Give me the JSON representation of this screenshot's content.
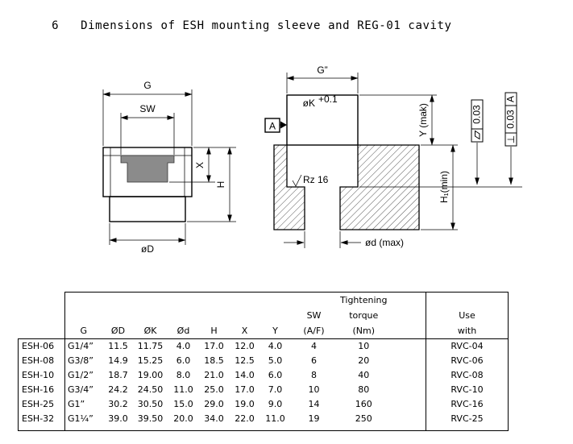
{
  "page": {
    "number": "6",
    "title": "Dimensions of ESH mounting sleeve and REG-01 cavity"
  },
  "drawings": {
    "left": {
      "g": "G",
      "sw": "SW",
      "x": "X",
      "h": "H",
      "d": "øD"
    },
    "right": {
      "g2": "G”",
      "k": "øK",
      "k_tol": "+0.1",
      "datum": "A",
      "roughness": "Rz 16",
      "d_max": "ød (max)",
      "y_max": "Y (mak)",
      "h1_min": "H₁(min)",
      "flatness_value": "0.03",
      "perp_symbol": "⊥",
      "perp_value": "0.03",
      "perp_datum": "A"
    }
  },
  "table": {
    "headers": {
      "tightening": "Tightening",
      "sw": "SW",
      "torque": "torque",
      "use": "Use",
      "g": "G",
      "od": "ØD",
      "ok": "ØK",
      "d": "Ød",
      "h": "H",
      "x": "X",
      "y": "Y",
      "af": "(A/F)",
      "nm": "(Nm)",
      "with": "with"
    },
    "rows": [
      {
        "model": "ESH-06",
        "g": "G1/4”",
        "od": "11.5",
        "ok": "11.75",
        "d": "4.0",
        "h": "17.0",
        "x": "12.0",
        "y": "4.0",
        "sw": "4",
        "nm": "10",
        "use": "RVC-04"
      },
      {
        "model": "ESH-08",
        "g": "G3/8”",
        "od": "14.9",
        "ok": "15.25",
        "d": "6.0",
        "h": "18.5",
        "x": "12.5",
        "y": "5.0",
        "sw": "6",
        "nm": "20",
        "use": "RVC-06"
      },
      {
        "model": "ESH-10",
        "g": "G1/2”",
        "od": "18.7",
        "ok": "19.00",
        "d": "8.0",
        "h": "21.0",
        "x": "14.0",
        "y": "6.0",
        "sw": "8",
        "nm": "40",
        "use": "RVC-08"
      },
      {
        "model": "ESH-16",
        "g": "G3/4”",
        "od": "24.2",
        "ok": "24.50",
        "d": "11.0",
        "h": "25.0",
        "x": "17.0",
        "y": "7.0",
        "sw": "10",
        "nm": "80",
        "use": "RVC-10"
      },
      {
        "model": "ESH-25",
        "g": "G1”",
        "od": "30.2",
        "ok": "30.50",
        "d": "15.0",
        "h": "29.0",
        "x": "19.0",
        "y": "9.0",
        "sw": "14",
        "nm": "160",
        "use": "RVC-16"
      },
      {
        "model": "ESH-32",
        "g": "G1¼”",
        "od": "39.0",
        "ok": "39.50",
        "d": "20.0",
        "h": "34.0",
        "x": "22.0",
        "y": "11.0",
        "sw": "19",
        "nm": "250",
        "use": "RVC-25"
      }
    ]
  }
}
